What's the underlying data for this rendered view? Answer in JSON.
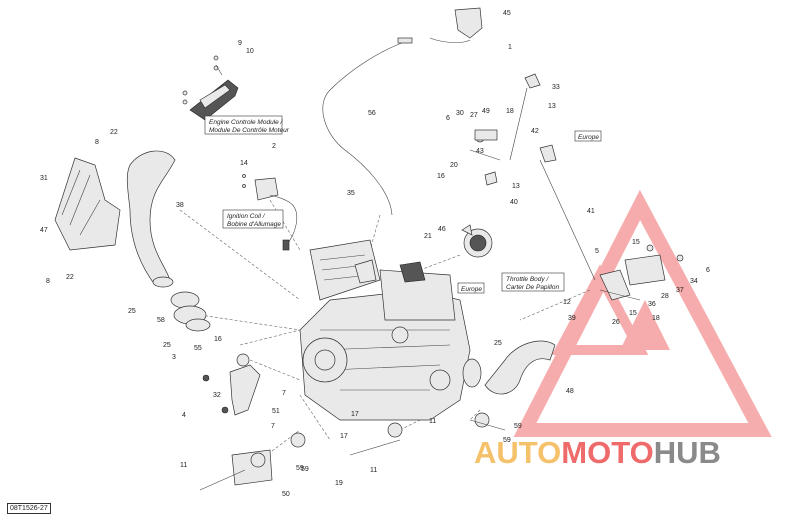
{
  "labels": {
    "ecm": [
      "Engine Controle Module /",
      "Module De Contrôle Moteur"
    ],
    "ignition": [
      "Ignition Coil /",
      "Bobine d'Allumage"
    ],
    "throttle": [
      "Throttle Body /",
      "Carter De Papillon"
    ],
    "europe1": "Europe",
    "europe2": "Europe"
  },
  "callouts": [
    "45",
    "1",
    "9",
    "10",
    "56",
    "33",
    "13",
    "30",
    "27",
    "49",
    "18",
    "6",
    "42",
    "43",
    "20",
    "16",
    "13",
    "40",
    "22",
    "8",
    "31",
    "38",
    "47",
    "22",
    "8",
    "14",
    "2",
    "35",
    "21",
    "46",
    "41",
    "5",
    "15",
    "6",
    "34",
    "37",
    "28",
    "36",
    "12",
    "39",
    "26",
    "15",
    "18",
    "25",
    "58",
    "25",
    "16",
    "55",
    "3",
    "32",
    "4",
    "7",
    "51",
    "17",
    "7",
    "59",
    "17",
    "11",
    "50",
    "19",
    "59",
    "11",
    "25",
    "48",
    "59",
    "59",
    "11"
  ],
  "diagram_code": "08T1526-27",
  "watermark": {
    "p1": "AUTO",
    "p2": "MOTO",
    "p3": "HUB",
    "color_a": "#f5c26b",
    "color_b": "#ef6a6a",
    "color_c": "#8a8a8a"
  }
}
